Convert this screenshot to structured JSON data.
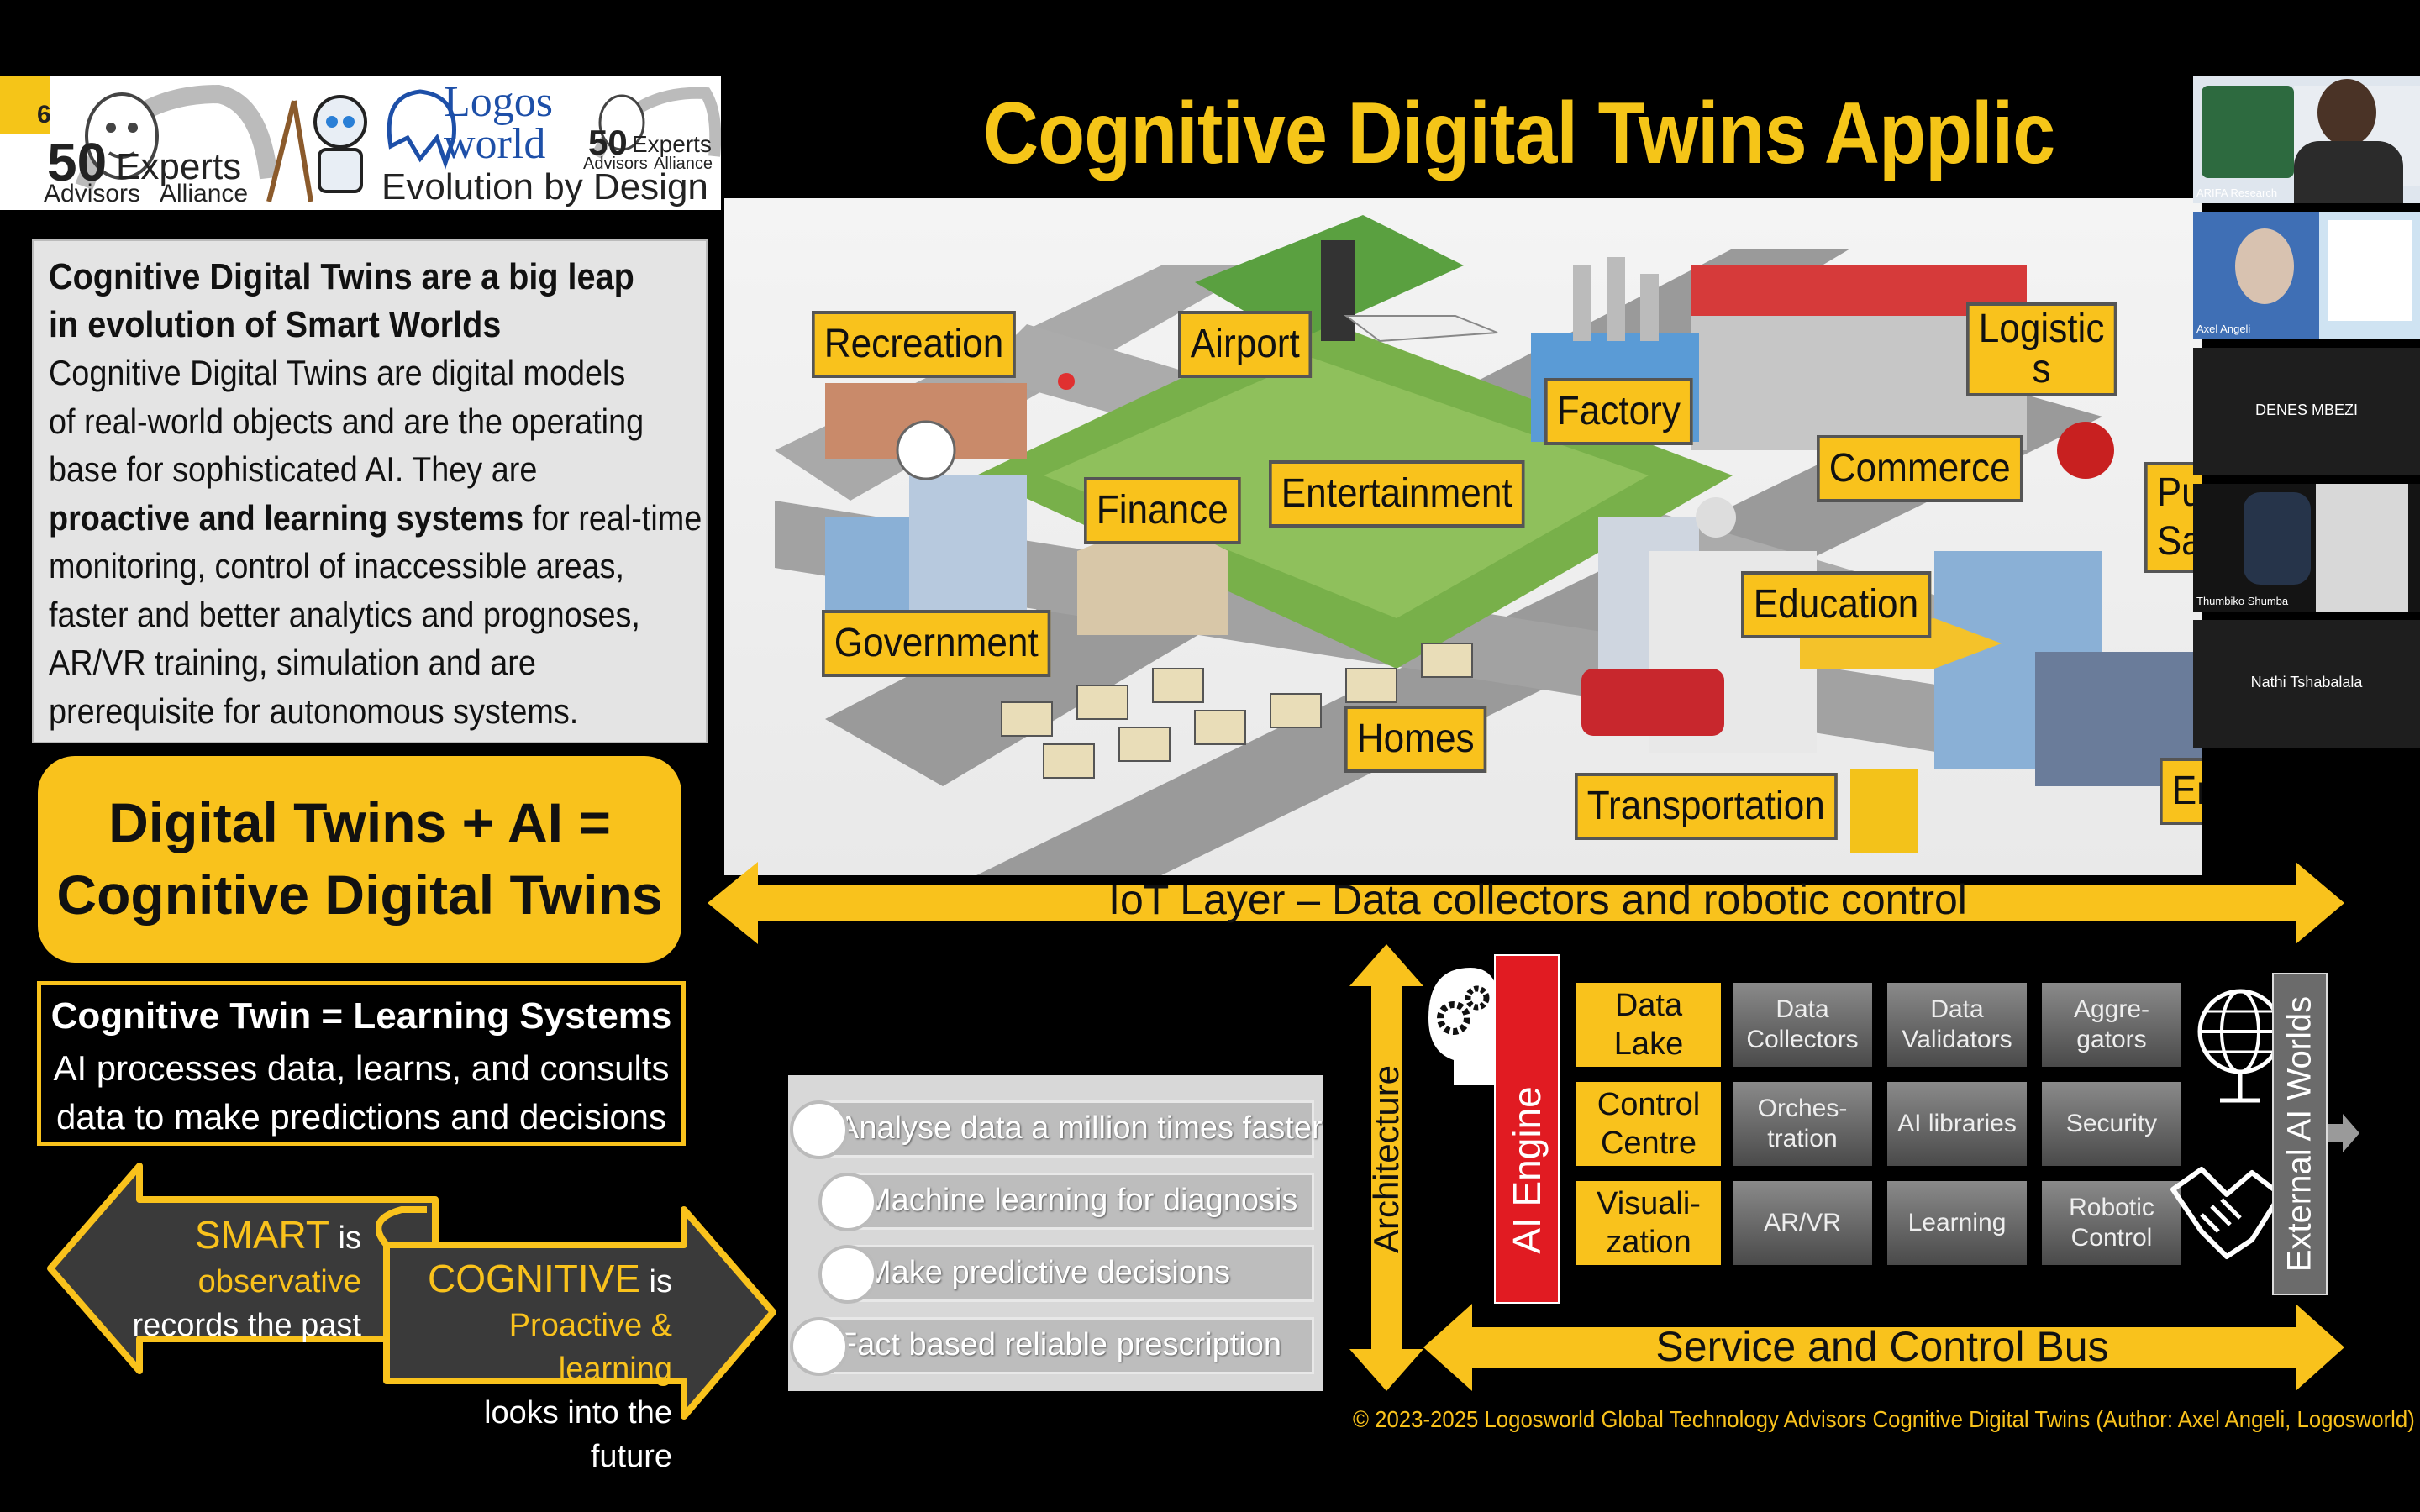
{
  "slide": {
    "number": "6",
    "title": "Cognitive Digital Twins Application A",
    "logo": {
      "left_number": "50",
      "left_experts": "Experts",
      "left_advisors": "Advisors",
      "left_alliance": "Alliance",
      "brand_line1": "Logos",
      "brand_line2": "world",
      "tagline": "Evolution by Design",
      "right_number": "50",
      "right_experts": "Experts",
      "right_advisors": "Advisors",
      "right_alliance": "Alliance"
    },
    "description": {
      "heading_line1": "Cognitive Digital Twins are a big leap",
      "heading_line2": "in evolution of Smart Worlds",
      "lines": [
        "Cognitive Digital Twins are digital models",
        "of real-world objects and are the operating",
        "base for sophisticated AI. They are"
      ],
      "bold_phrase": "proactive and learning systems",
      "bold_suffix": " for real-time",
      "lines_after": [
        "monitoring, control of inaccessible areas,",
        "faster and better analytics and prognoses,",
        "AR/VR training, simulation and are",
        "prerequisite for autonomous systems."
      ]
    },
    "formula": {
      "line1": "Digital Twins + AI =",
      "line2": "Cognitive Digital Twins"
    },
    "learning": {
      "title": "Cognitive Twin = Learning Systems",
      "line1": "AI processes data, learns, and consults",
      "line2": "data to make predictions and decisions"
    },
    "smart": {
      "word": "SMART",
      "is": " is",
      "line2": "observative",
      "line3": "records the past"
    },
    "cognitive": {
      "word": "COGNITIVE",
      "is": " is",
      "line2": "Proactive & learning",
      "line3": "looks into the future"
    },
    "city_labels": [
      "Recreation",
      "Airport",
      "Factory",
      "Logistic",
      "s",
      "Commerce",
      "Finance",
      "Entertainment",
      "Pu",
      "Sa",
      "Government",
      "Education",
      "Homes",
      "Transportation",
      "Energy"
    ],
    "iot_layer": "IoT Layer – Data collectors and robotic control",
    "benefits": [
      "Analyse data a million times faster",
      "Machine learning for diagnosis",
      "Make predictive decisions",
      "Fact based reliable prescription"
    ],
    "architecture": {
      "vertical_label": "Architecture",
      "engine": "AI Engine",
      "external": "External AI Worlds",
      "bus": "Service and Control Bus",
      "rows": [
        {
          "head1": "Data",
          "head2": "Lake",
          "cells": [
            [
              "Data",
              "Collectors"
            ],
            [
              "Data",
              "Validators"
            ],
            [
              "Aggre-",
              "gators"
            ]
          ]
        },
        {
          "head1": "Control",
          "head2": "Centre",
          "cells": [
            [
              "Orches-",
              "tration"
            ],
            [
              "AI libraries"
            ],
            [
              "Security"
            ]
          ]
        },
        {
          "head1": "Visuali-",
          "head2": "zation",
          "cells": [
            [
              "AR/VR"
            ],
            [
              "Learning"
            ],
            [
              "Robotic",
              "Control"
            ]
          ]
        }
      ]
    },
    "footer": "© 2023-2025 Logosworld Global Technology Advisors Cognitive Digital Twins (Author: Axel Angeli, Logosworld)"
  },
  "participants": [
    {
      "name": "ARIFA Research",
      "video": true
    },
    {
      "name": "Axel Angeli",
      "video": true
    },
    {
      "name": "DENES MBEZI",
      "video": false
    },
    {
      "name": "Thumbiko Shumba",
      "video": true
    },
    {
      "name": "Nathi Tshabalala",
      "video": false
    }
  ],
  "colors": {
    "accent": "#f9c21c",
    "background": "#000000",
    "panel": "#e4e4e4"
  }
}
